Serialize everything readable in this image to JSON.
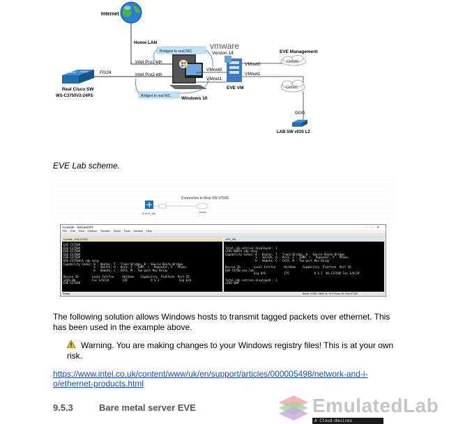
{
  "diagram": {
    "internet_label": "Internet",
    "home_lan_label": "Home LAN",
    "bridged1_label": "Bridged to real NIC",
    "bridged2_label": "Bridged to real NIC",
    "intel_pro1_label": "Intel Pro1 eth",
    "intel_pro2_label": "Intel Pro2 eth",
    "vmware_label": "vmware",
    "vmware_version_label": "Version 14",
    "vmnet0_left_label": "VMnet0",
    "vmnet1_left_label": "VMnet1",
    "vmnet0_right_label": "VMnet0",
    "vmnet1_right_label": "VMnet1",
    "eve_vm_label": "EVE VM",
    "windows_label": "Windows 10",
    "switch_port_label": "F0/24",
    "switch_name_label": "Real Cisco SW",
    "switch_model_label": "WS-C3750V2-24PS",
    "eve_mgmt_label": "EVE Management",
    "cloud0_label": "Cloud0",
    "cloud1_label": "Cloud1",
    "lab_port_label": "G0/0",
    "lab_sw_label": "LAB SW vIOS L2"
  },
  "caption": "EVE Lab scheme.",
  "screenshot": {
    "topology_label": "Connection to Real SW 3750G",
    "node_label": "R vIOS_SW",
    "cloud_label": "Cloud1",
    "window_title": "Console - SecureCRT",
    "menu_items": [
      "File",
      "Edit",
      "View",
      "Options",
      "Transfer",
      "Script",
      "Tools",
      "Window",
      "Help"
    ],
    "left_tab": "Console - EVE-C3750",
    "right_tab": "vIOS_SW - ...",
    "left_terminal_lines": [
      "EVE-C3750#",
      "EVE-C3750#",
      "EVE-C3750#",
      "EVE-C3750#",
      "EVE-C3750#",
      "EVE-C3750#sh cdp neig",
      "Capability Codes: R - Router, T - Trans Bridge, B - Source Route Bridge",
      "                  S - Switch, H - Host, I - IGMP, r - Repeater, P - Phone,",
      "                  D - Remote, C - CVTA, M - Two-port Mac Relay",
      "",
      "Device ID        Local Intrfce     Holdtme    Capability  Platform  Port ID",
      "vIOS-SW          Fas 1/0/24        139              R S I            Gig 0/0",
      "EVE-C3750#"
    ],
    "right_terminal_lines": [
      "",
      "Total cdp entries displayed : 1",
      "vIOS-SW#sh cdp neig",
      "Capability Codes: R - Router, T - Trans Bridge, B - Source Route Bridge",
      "                  S - Switch, H - Host, I - IGMP, r - Repeater, P - Phone,",
      "                  D - Remote, C - CVTA, M - Two-port Mac Relay",
      "",
      "Device ID        Local Intrfce     Holdtme    Capability  Platform  Port ID",
      "EVE-C3750.eve.lab",
      "                 Gig 0/0           175               R S I  WS-C3750V Fas 1/0/24",
      "",
      "Total cdp entries displayed : 1",
      "vIOS-SW#"
    ],
    "status_left": "Ready",
    "status_right": "Serial: COM1, 9600    14, 13    9 Rows, 81 Cols    VT100"
  },
  "paragraph": "The following solution allows Windows hosts to transmit tagged packets over ethernet. This has been used in the example above.",
  "warning_text": "Warning. You are making changes to your Windows registry files! This is at your own risk.",
  "link_text": "https://www.intel.co.uk/content/www/uk/en/support/articles/000005498/network-and-i-o/ethernet-products.html",
  "section_number": "9.5.3",
  "section_title": "Bare metal server EVE",
  "logo_text": "EmulatedLab",
  "corner_terminal_text": "A Cloud-devices",
  "colors": {
    "link": "#1a4fb5",
    "terminal_bg": "#000000",
    "terminal_fg": "#e8e8e8",
    "highlight": "#e00000"
  }
}
